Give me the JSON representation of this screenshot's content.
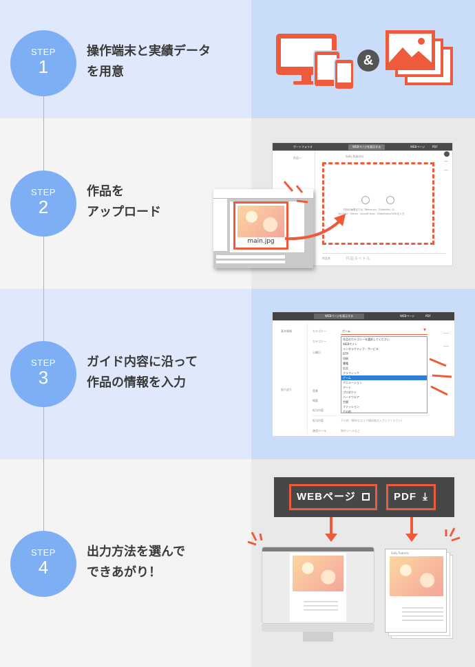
{
  "steps": [
    {
      "label": "STEP",
      "number": "1",
      "title": "操作端末と実績データ\nを用意"
    },
    {
      "label": "STEP",
      "number": "2",
      "title": "作品を\nアップロード"
    },
    {
      "label": "STEP",
      "number": "3",
      "title": "ガイド内容に沿って\n作品の情報を入力"
    },
    {
      "label": "STEP",
      "number": "4",
      "title": "出力方法を選んで\nできあがり！"
    }
  ],
  "step1": {
    "ampersand": "&"
  },
  "step2": {
    "app_title": "ポートフォリオ",
    "web_btn": "WEBページを表示する",
    "web_link": "WEBページ",
    "pdf_link": "PDF",
    "side_item": "作品一",
    "title_field": "Sally Roberts",
    "drop_text_1": "作品の画像または「Behance」「Dribbble」の",
    "drop_text_2": "YouTube・Vimeo・SoundCloud・SlideShareのURLを入力",
    "filename": "main.jpg",
    "footer_label": "作品名",
    "footer_placeholder": "作品タイトル"
  },
  "step3": {
    "web_btn": "WEBページを表示する",
    "web_link": "WEBページ",
    "pdf_link": "PDF",
    "left_labels": [
      "基本情報",
      "振り返り"
    ],
    "field_labels": [
      "カテゴリー",
      "カテゴリー",
      "公開日",
      "背景",
      "概要",
      "担当内容",
      "担当内容",
      "使用ツール"
    ],
    "select_value": "ゲーム",
    "dropdown_options": [
      "作品のカテゴリーを選択してください",
      "WEBサイト",
      "インタラクティブ・サービス",
      "DTP",
      "印刷",
      "書籍",
      "広告",
      "グラフィック",
      "ゲーム",
      "アニメーション",
      "アート",
      "プロダクト",
      "ハードウエア",
      "空間",
      "ファッション",
      "その他"
    ],
    "selected_index": 8,
    "row_placeholder_1": "その他（簡単なエリア構成者名入力してください）",
    "row_placeholder_2": "制作ツールなど"
  },
  "step4": {
    "web_button": "WEBページ",
    "pdf_button": "PDF",
    "pdf_doc_title": "Sally Roberts"
  },
  "colors": {
    "accent": "#ee5b3c",
    "step_circle": "#7eaef4",
    "band_blue_left": "#dfe9fb",
    "band_blue_right": "#c9dcf9",
    "band_grey_left": "#f4f4f4",
    "band_grey_right": "#e9e9e9",
    "dark_bar": "#474747",
    "select_blue": "#2f7fd8"
  }
}
